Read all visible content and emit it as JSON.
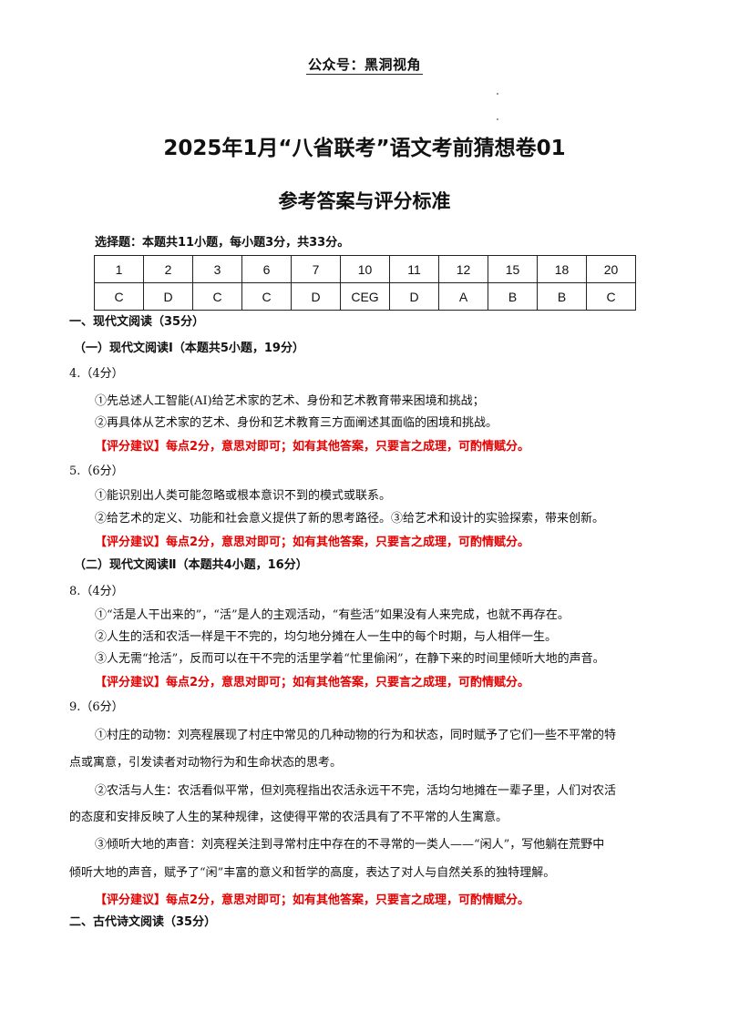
{
  "header": {
    "note": "公众号：黑洞视角"
  },
  "document": {
    "title": "2025年1月“八省联考”语文考前猜想卷01",
    "subtitle": "参考答案与评分标准"
  },
  "choice_section": {
    "note": "选择题：本题共11小题，每小题3分，共33分。",
    "table": {
      "numbers": [
        "1",
        "2",
        "3",
        "6",
        "7",
        "10",
        "11",
        "12",
        "15",
        "18",
        "20"
      ],
      "answers": [
        "C",
        "D",
        "C",
        "C",
        "D",
        "CEG",
        "D",
        "A",
        "B",
        "B",
        "C"
      ]
    }
  },
  "sections": {
    "part1_heading": "一、现代文阅读（35分）",
    "part1a_heading": "（一）现代文阅读Ⅰ（本题共5小题，19分）",
    "q4": {
      "head": "4.（4分）",
      "lines": [
        "①先总述人工智能(AI)给艺术家的艺术、身份和艺术教育带来困境和挑战；",
        "②再具体从艺术家的艺术、身份和艺术教育三方面阐述其面临的困境和挑战。"
      ],
      "advice": "【评分建议】每点2分，意思对即可；如有其他答案，只要言之成理，可酌情赋分。"
    },
    "q5": {
      "head": "5.（6分）",
      "lines": [
        "①能识别出人类可能忽略或根本意识不到的模式或联系。",
        "②给艺术的定义、功能和社会意义提供了新的思考路径。③给艺术和设计的实验探索，带来创新。"
      ],
      "advice": "【评分建议】每点2分，意思对即可；如有其他答案，只要言之成理，可酌情赋分。"
    },
    "part1b_heading": "（二）现代文阅读Ⅱ（本题共4小题，16分）",
    "q8": {
      "head": "8.（4分）",
      "lines": [
        "①“活是人干出来的”，“活”是人的主观活动，“有些活”如果没有人来完成，也就不再存在。",
        "②人生的活和农活一样是干不完的，均匀地分摊在人一生中的每个时期，与人相伴一生。",
        "③人无需“抢活”，反而可以在干不完的活里学着“忙里偷闲”，在静下来的时间里倾听大地的声音。"
      ],
      "advice": "【评分建议】每点2分，意思对即可；如有其他答案，只要言之成理，可酌情赋分。"
    },
    "q9": {
      "head": "9.（6分）",
      "lines": [
        "①村庄的动物：刘亮程展现了村庄中常见的几种动物的行为和状态，同时赋予了它们一些不平常的特",
        "点或寓意，引发读者对动物行为和生命状态的思考。",
        "②农活与人生：农活看似平常，但刘亮程指出农活永远干不完，活均匀地摊在一辈子里，人们对农活",
        "的态度和安排反映了人生的某种规律，这使得平常的农活具有了不平常的人生寓意。",
        "③倾听大地的声音：刘亮程关注到寻常村庄中存在的不寻常的一类人——“闲人”，写他躺在荒野中",
        "倾听大地的声音，赋予了“闲”丰富的意义和哲学的高度，表达了对人与自然关系的独特理解。"
      ],
      "advice": "【评分建议】每点2分，意思对即可；如有其他答案，只要言之成理，可酌情赋分。"
    },
    "part2_heading": "二、古代诗文阅读（35分）"
  }
}
